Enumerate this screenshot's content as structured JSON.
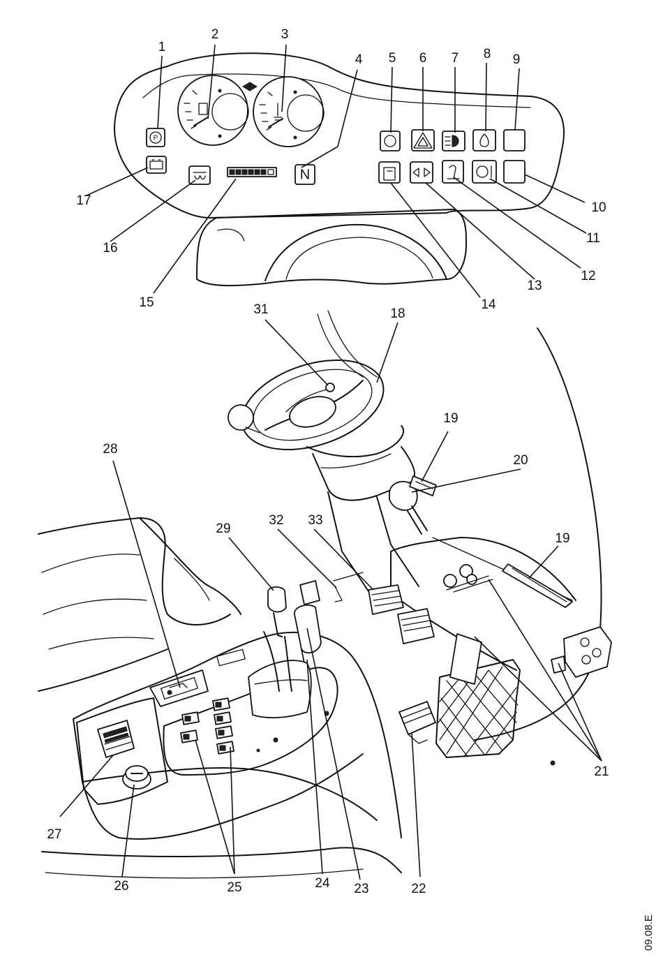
{
  "figure": {
    "reference_code": "09.08.E",
    "callouts": [
      "1",
      "2",
      "3",
      "4",
      "5",
      "6",
      "7",
      "8",
      "9",
      "10",
      "11",
      "12",
      "13",
      "14",
      "15",
      "16",
      "17",
      "18",
      "19",
      "19",
      "20",
      "21",
      "22",
      "23",
      "24",
      "25",
      "26",
      "27",
      "28",
      "29",
      "31",
      "32",
      "33"
    ],
    "indicator_symbols": {
      "parking_brake": "P",
      "neutral": "N"
    }
  }
}
